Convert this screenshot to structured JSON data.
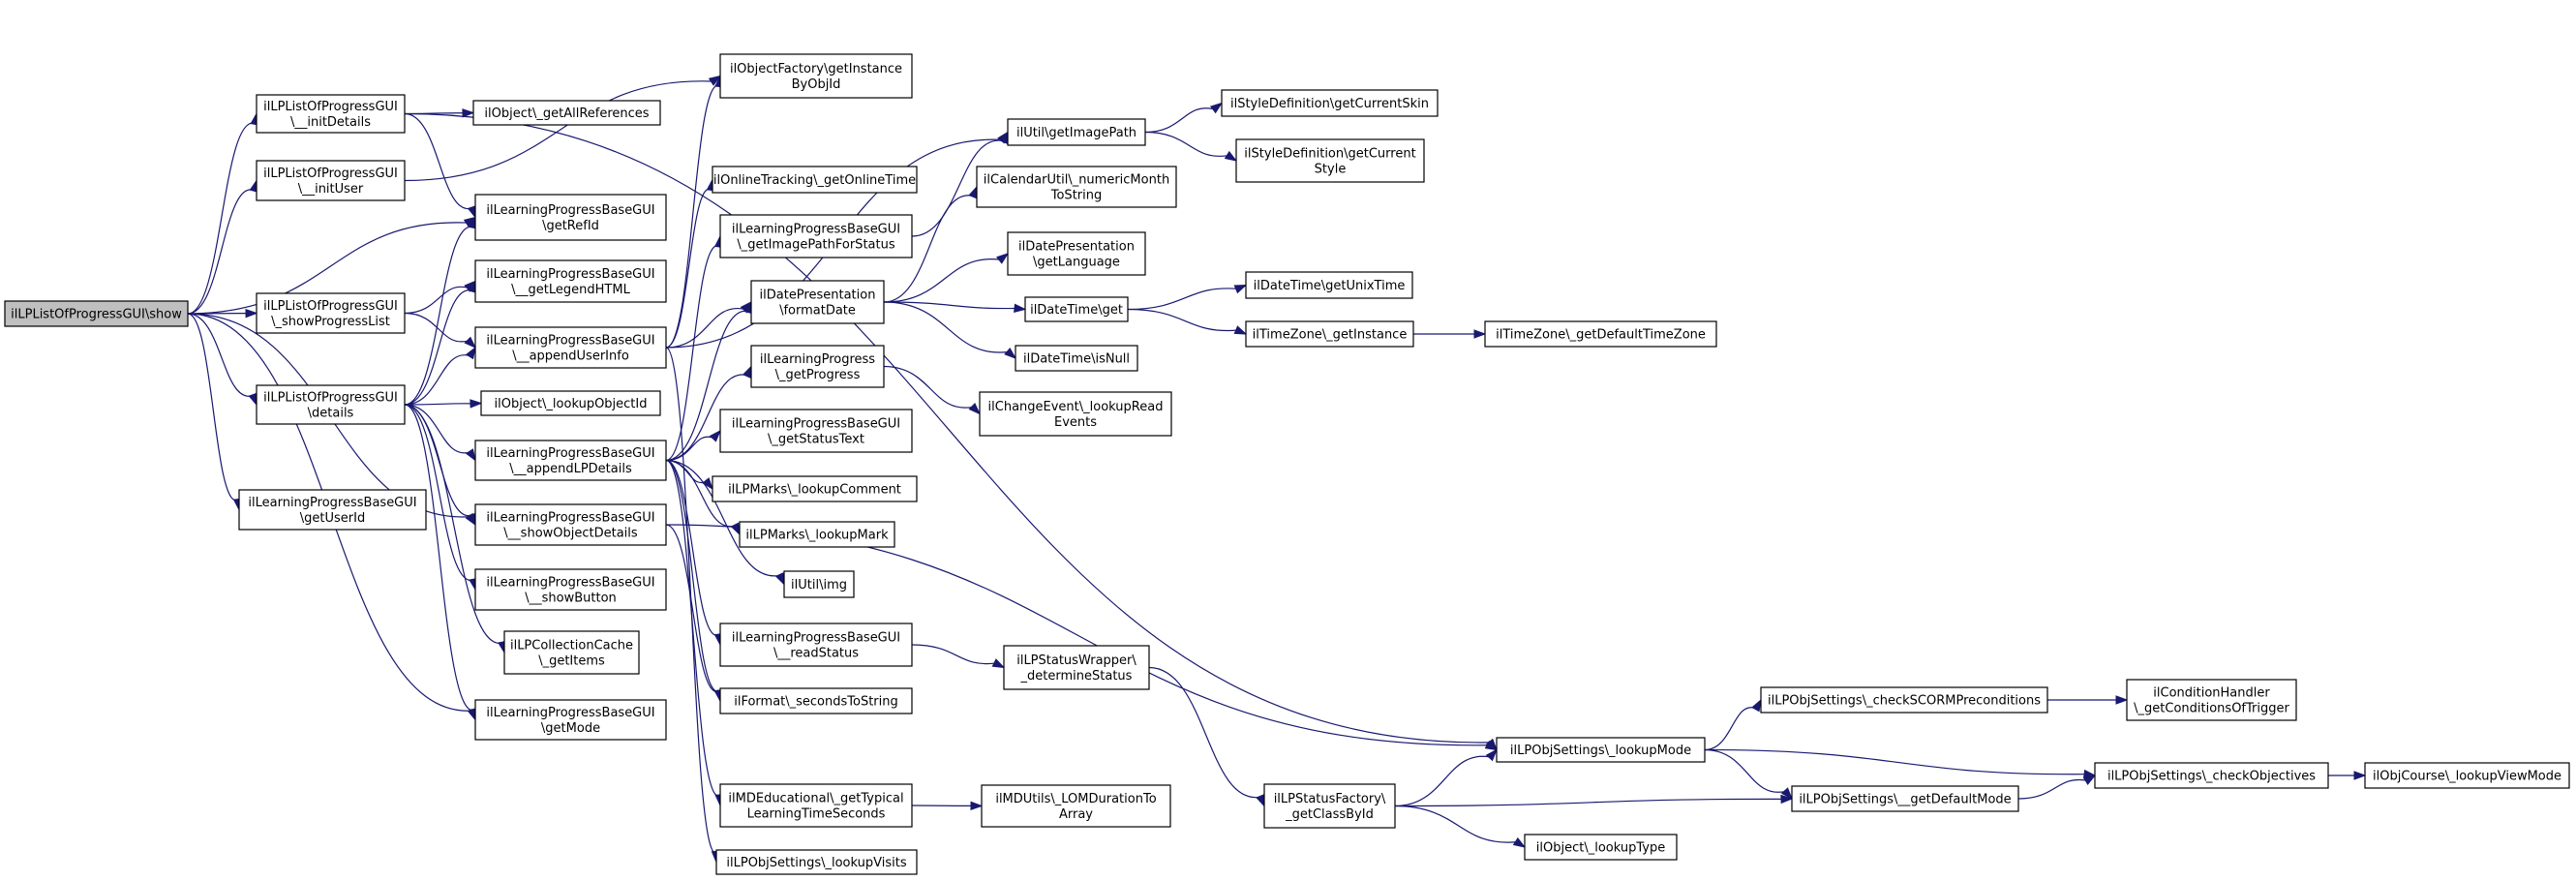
{
  "graph": {
    "nodes": [
      {
        "id": "show",
        "lines": [
          "ilLPListOfProgressGUI\\show"
        ],
        "root": true
      },
      {
        "id": "initDetails",
        "lines": [
          "ilLPListOfProgressGUI",
          "\\__initDetails"
        ]
      },
      {
        "id": "initUser",
        "lines": [
          "ilLPListOfProgressGUI",
          "\\__initUser"
        ]
      },
      {
        "id": "showProgressList",
        "lines": [
          "ilLPListOfProgressGUI",
          "\\_showProgressList"
        ]
      },
      {
        "id": "details",
        "lines": [
          "ilLPListOfProgressGUI",
          "\\details"
        ]
      },
      {
        "id": "getUserId",
        "lines": [
          "ilLearningProgressBaseGUI",
          "\\getUserId"
        ]
      },
      {
        "id": "getAllReferences",
        "lines": [
          "ilObject\\_getAllReferences"
        ]
      },
      {
        "id": "getRefId",
        "lines": [
          "ilLearningProgressBaseGUI",
          "\\getRefId"
        ]
      },
      {
        "id": "getLegendHTML",
        "lines": [
          "ilLearningProgressBaseGUI",
          "\\__getLegendHTML"
        ]
      },
      {
        "id": "appendUserInfo",
        "lines": [
          "ilLearningProgressBaseGUI",
          "\\__appendUserInfo"
        ]
      },
      {
        "id": "lookupObjectId",
        "lines": [
          "ilObject\\_lookupObjectId"
        ]
      },
      {
        "id": "appendLPDetails",
        "lines": [
          "ilLearningProgressBaseGUI",
          "\\__appendLPDetails"
        ]
      },
      {
        "id": "showObjectDetails",
        "lines": [
          "ilLearningProgressBaseGUI",
          "\\__showObjectDetails"
        ]
      },
      {
        "id": "showButton",
        "lines": [
          "ilLearningProgressBaseGUI",
          "\\__showButton"
        ]
      },
      {
        "id": "collectionGetItems",
        "lines": [
          "ilLPCollectionCache",
          "\\_getItems"
        ]
      },
      {
        "id": "getMode",
        "lines": [
          "ilLearningProgressBaseGUI",
          "\\getMode"
        ]
      },
      {
        "id": "getInstanceByObjId",
        "lines": [
          "ilObjectFactory\\getInstance",
          "ByObjId"
        ]
      },
      {
        "id": "getImagePath",
        "lines": [
          "ilUtil\\getImagePath"
        ]
      },
      {
        "id": "getOnlineTime",
        "lines": [
          "ilOnlineTracking\\_getOnlineTime"
        ]
      },
      {
        "id": "getImagePathForStatus",
        "lines": [
          "ilLearningProgressBaseGUI",
          "\\_getImagePathForStatus"
        ]
      },
      {
        "id": "formatDate",
        "lines": [
          "ilDatePresentation",
          "\\formatDate"
        ]
      },
      {
        "id": "getProgress",
        "lines": [
          "ilLearningProgress",
          "\\_getProgress"
        ]
      },
      {
        "id": "getStatusText",
        "lines": [
          "ilLearningProgressBaseGUI",
          "\\_getStatusText"
        ]
      },
      {
        "id": "lookupComment",
        "lines": [
          "ilLPMarks\\_lookupComment"
        ]
      },
      {
        "id": "lookupMark",
        "lines": [
          "ilLPMarks\\_lookupMark"
        ]
      },
      {
        "id": "img",
        "lines": [
          "ilUtil\\img"
        ]
      },
      {
        "id": "readStatus",
        "lines": [
          "ilLearningProgressBaseGUI",
          "\\__readStatus"
        ]
      },
      {
        "id": "secondsToString",
        "lines": [
          "ilFormat\\_secondsToString"
        ]
      },
      {
        "id": "getTypicalLearningTimeSeconds",
        "lines": [
          "ilMDEducational\\_getTypical",
          "LearningTimeSeconds"
        ]
      },
      {
        "id": "lookupVisits",
        "lines": [
          "ilLPObjSettings\\_lookupVisits"
        ]
      },
      {
        "id": "getCurrentSkin",
        "lines": [
          "ilStyleDefinition\\getCurrentSkin"
        ]
      },
      {
        "id": "getCurrentStyle",
        "lines": [
          "ilStyleDefinition\\getCurrent",
          "Style"
        ]
      },
      {
        "id": "numericMonthToString",
        "lines": [
          "ilCalendarUtil\\_numericMonth",
          "ToString"
        ]
      },
      {
        "id": "getLanguage",
        "lines": [
          "ilDatePresentation",
          "\\getLanguage"
        ]
      },
      {
        "id": "dateTimeGet",
        "lines": [
          "ilDateTime\\get"
        ]
      },
      {
        "id": "isNull",
        "lines": [
          "ilDateTime\\isNull"
        ]
      },
      {
        "id": "lookupReadEvents",
        "lines": [
          "ilChangeEvent\\_lookupRead",
          "Events"
        ]
      },
      {
        "id": "determineStatus",
        "lines": [
          "ilLPStatusWrapper\\",
          "_determineStatus"
        ]
      },
      {
        "id": "LOMDurationToArray",
        "lines": [
          "ilMDUtils\\_LOMDurationTo",
          "Array"
        ]
      },
      {
        "id": "getUnixTime",
        "lines": [
          "ilDateTime\\getUnixTime"
        ]
      },
      {
        "id": "tzGetInstance",
        "lines": [
          "ilTimeZone\\_getInstance"
        ]
      },
      {
        "id": "getDefaultTimeZone",
        "lines": [
          "ilTimeZone\\_getDefaultTimeZone"
        ]
      },
      {
        "id": "getClassById",
        "lines": [
          "ilLPStatusFactory\\",
          "_getClassById"
        ]
      },
      {
        "id": "lookupType",
        "lines": [
          "ilObject\\_lookupType"
        ]
      },
      {
        "id": "lookupMode",
        "lines": [
          "ilLPObjSettings\\_lookupMode"
        ]
      },
      {
        "id": "checkSCORMPreconditions",
        "lines": [
          "ilLPObjSettings\\_checkSCORMPreconditions"
        ]
      },
      {
        "id": "getDefaultMode",
        "lines": [
          "ilLPObjSettings\\__getDefaultMode"
        ]
      },
      {
        "id": "getConditionsOfTrigger",
        "lines": [
          "ilConditionHandler",
          "\\_getConditionsOfTrigger"
        ]
      },
      {
        "id": "checkObjectives",
        "lines": [
          "ilLPObjSettings\\_checkObjectives"
        ]
      },
      {
        "id": "lookupViewMode",
        "lines": [
          "ilObjCourse\\_lookupViewMode"
        ]
      }
    ],
    "edges": [
      [
        "show",
        "initDetails"
      ],
      [
        "show",
        "initUser"
      ],
      [
        "show",
        "getRefId"
      ],
      [
        "show",
        "showProgressList"
      ],
      [
        "show",
        "details"
      ],
      [
        "show",
        "getUserId"
      ],
      [
        "show",
        "showObjectDetails"
      ],
      [
        "show",
        "getMode"
      ],
      [
        "initDetails",
        "getAllReferences"
      ],
      [
        "initDetails",
        "getRefId"
      ],
      [
        "initDetails",
        "lookupMode"
      ],
      [
        "initUser",
        "getInstanceByObjId"
      ],
      [
        "showProgressList",
        "getLegendHTML"
      ],
      [
        "showProgressList",
        "appendUserInfo"
      ],
      [
        "details",
        "getRefId"
      ],
      [
        "details",
        "getLegendHTML"
      ],
      [
        "details",
        "appendUserInfo"
      ],
      [
        "details",
        "lookupObjectId"
      ],
      [
        "details",
        "appendLPDetails"
      ],
      [
        "details",
        "showObjectDetails"
      ],
      [
        "details",
        "showButton"
      ],
      [
        "details",
        "collectionGetItems"
      ],
      [
        "details",
        "getMode"
      ],
      [
        "appendUserInfo",
        "getInstanceByObjId"
      ],
      [
        "appendUserInfo",
        "getImagePath"
      ],
      [
        "appendUserInfo",
        "getOnlineTime"
      ],
      [
        "appendUserInfo",
        "formatDate"
      ],
      [
        "appendUserInfo",
        "lookupVisits"
      ],
      [
        "appendLPDetails",
        "getImagePathForStatus"
      ],
      [
        "appendLPDetails",
        "formatDate"
      ],
      [
        "appendLPDetails",
        "getProgress"
      ],
      [
        "appendLPDetails",
        "getStatusText"
      ],
      [
        "appendLPDetails",
        "lookupComment"
      ],
      [
        "appendLPDetails",
        "lookupMark"
      ],
      [
        "appendLPDetails",
        "img"
      ],
      [
        "appendLPDetails",
        "readStatus"
      ],
      [
        "appendLPDetails",
        "secondsToString"
      ],
      [
        "appendLPDetails",
        "getTypicalLearningTimeSeconds"
      ],
      [
        "showObjectDetails",
        "secondsToString"
      ],
      [
        "showObjectDetails",
        "lookupMode"
      ],
      [
        "getImagePathForStatus",
        "getImagePath"
      ],
      [
        "getImagePath",
        "getCurrentSkin"
      ],
      [
        "getImagePath",
        "getCurrentStyle"
      ],
      [
        "formatDate",
        "numericMonthToString"
      ],
      [
        "formatDate",
        "getLanguage"
      ],
      [
        "formatDate",
        "dateTimeGet"
      ],
      [
        "formatDate",
        "isNull"
      ],
      [
        "dateTimeGet",
        "getUnixTime"
      ],
      [
        "dateTimeGet",
        "tzGetInstance"
      ],
      [
        "tzGetInstance",
        "getDefaultTimeZone"
      ],
      [
        "getProgress",
        "lookupReadEvents"
      ],
      [
        "readStatus",
        "determineStatus"
      ],
      [
        "determineStatus",
        "getClassById"
      ],
      [
        "getTypicalLearningTimeSeconds",
        "LOMDurationToArray"
      ],
      [
        "getClassById",
        "lookupMode"
      ],
      [
        "getClassById",
        "getDefaultMode"
      ],
      [
        "getClassById",
        "lookupType"
      ],
      [
        "lookupMode",
        "checkSCORMPreconditions"
      ],
      [
        "lookupMode",
        "getDefaultMode"
      ],
      [
        "lookupMode",
        "checkObjectives"
      ],
      [
        "checkSCORMPreconditions",
        "getConditionsOfTrigger"
      ],
      [
        "getDefaultMode",
        "checkObjectives"
      ],
      [
        "checkObjectives",
        "lookupViewMode"
      ]
    ]
  }
}
